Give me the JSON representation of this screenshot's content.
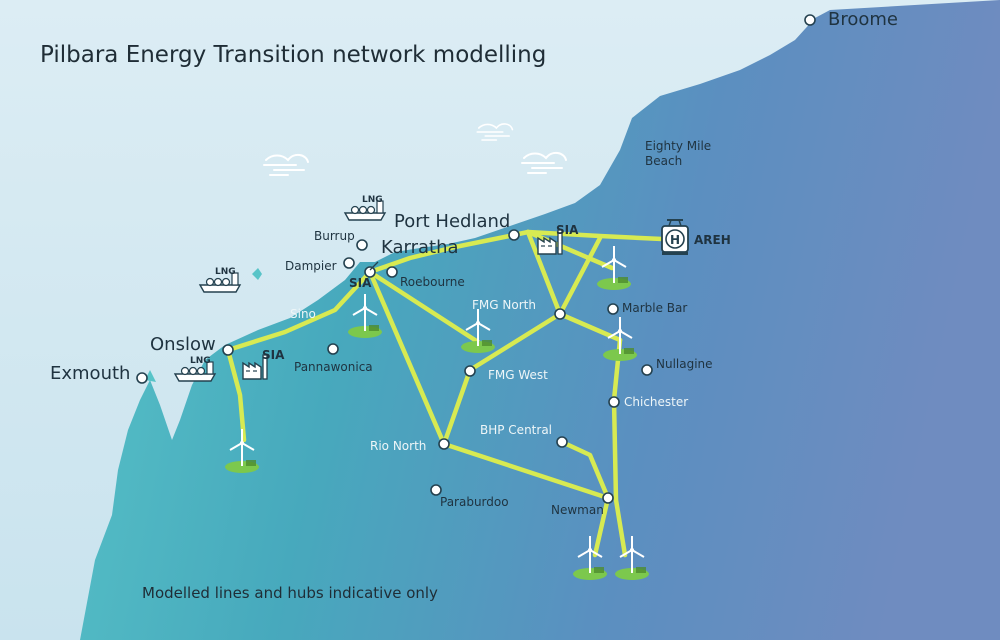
{
  "title": "Pilbara Energy Transition network modelling",
  "footnote": "Modelled lines and hubs indicative only",
  "colors": {
    "ocean_light": "#d8ecf3",
    "land_teal": "#58c2c8",
    "land_blue": "#6a8fbe",
    "transmission_line": "#d7ea52",
    "wind_ground": "#7cc84d"
  },
  "places": {
    "broome": "Broome",
    "eighty_mile_beach": "Eighty Mile\nBeach",
    "port_hedland": "Port Hedland",
    "karratha": "Karratha",
    "burrup": "Burrup",
    "dampier": "Dampier",
    "roebourne": "Roebourne",
    "onslow": "Onslow",
    "exmouth": "Exmouth",
    "pannawonica": "Pannawonica",
    "fmg_north": "FMG North",
    "fmg_west": "FMG West",
    "marble_bar": "Marble Bar",
    "nullagine": "Nullagine",
    "chichester": "Chichester",
    "bhp_central": "BHP Central",
    "rio_north": "Rio North",
    "paraburdoo": "Paraburdoo",
    "newman": "Newman",
    "sino": "Sino"
  },
  "facility_labels": {
    "lng": "LNG",
    "sia": "SIA",
    "areh": "AREH",
    "hydrogen": "H"
  },
  "legend_icons": [
    "wind-turbine-icon",
    "lng-ship-icon",
    "industrial-factory-icon",
    "hydrogen-hub-icon",
    "wind-cloud-icon"
  ]
}
